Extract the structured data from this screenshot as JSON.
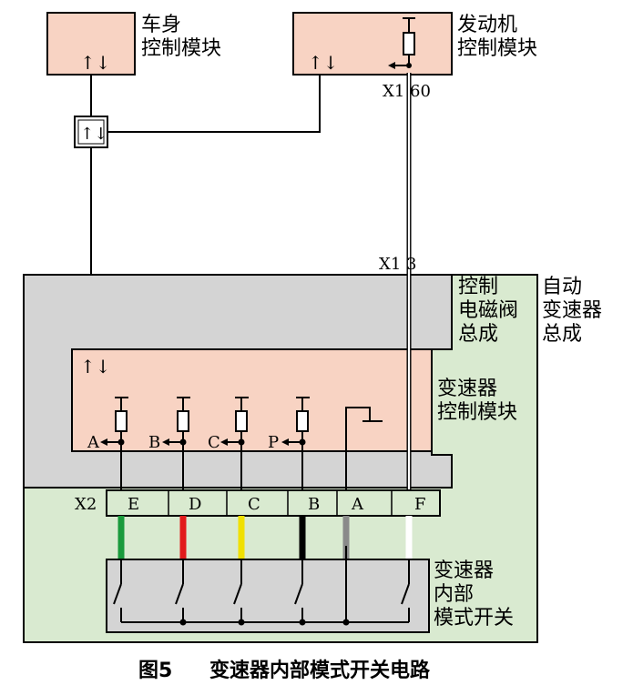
{
  "modules": {
    "bcm": [
      "车身",
      "控制模块"
    ],
    "ecm": [
      "发动机",
      "控制模块"
    ],
    "solenoid": [
      "控制",
      "电磁阀",
      "总成"
    ],
    "transmission": [
      "自动",
      "变速器",
      "总成"
    ],
    "tcm": [
      "变速器",
      "控制模块"
    ],
    "switch": [
      "变速器",
      "内部",
      "模式开关"
    ]
  },
  "connectors": {
    "x1_60": "X1 60",
    "x1_3": "X1 3",
    "x2": "X2"
  },
  "x2_pins": [
    "E",
    "D",
    "C",
    "B",
    "A",
    "F"
  ],
  "tcm_inputs": [
    "A",
    "B",
    "C",
    "P"
  ],
  "wire_colors": [
    "#1a9a3c",
    "#e21b1b",
    "#f0e000",
    "#000000",
    "#8a8a8a",
    "#ffffff"
  ],
  "bus_symbol": "↑↓",
  "caption": {
    "figure": "图5",
    "title": "变速器内部模式开关电路"
  },
  "colors": {
    "module_fill": "#f8d3c3",
    "assembly_fill": "#d9ead0",
    "solenoid_fill": "#d4d4d4"
  }
}
